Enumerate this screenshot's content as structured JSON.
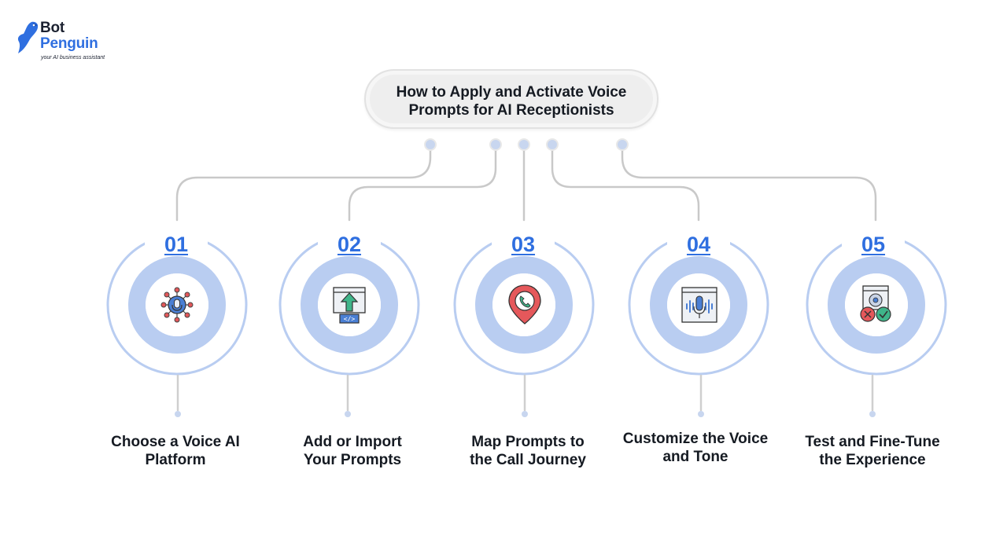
{
  "logo": {
    "line1": "Bot",
    "line2": "Penguin",
    "tagline": "your AI business assistant"
  },
  "title": {
    "line1": "How to Apply and Activate Voice",
    "line2": "Prompts for AI Receptionists"
  },
  "colors": {
    "accent": "#2f6fe0",
    "ring": "#b9cdf1",
    "connector": "#c7c7c7",
    "dot": "#c4d3ee",
    "text": "#151a22"
  },
  "steps": [
    {
      "number": "01",
      "label_line1": "Choose a Voice AI",
      "label_line2": "Platform",
      "icon": "voice-network-icon"
    },
    {
      "number": "02",
      "label_line1": "Add or Import",
      "label_line2": "Your Prompts",
      "icon": "upload-code-icon"
    },
    {
      "number": "03",
      "label_line1": "Map Prompts to",
      "label_line2": "the Call Journey",
      "icon": "phone-location-pin-icon"
    },
    {
      "number": "04",
      "label_line1": "Customize the Voice",
      "label_line2": "and Tone",
      "icon": "microphone-waveform-icon"
    },
    {
      "number": "05",
      "label_line1": "Test and Fine-Tune",
      "label_line2": "the Experience",
      "icon": "test-check-cross-icon"
    }
  ]
}
